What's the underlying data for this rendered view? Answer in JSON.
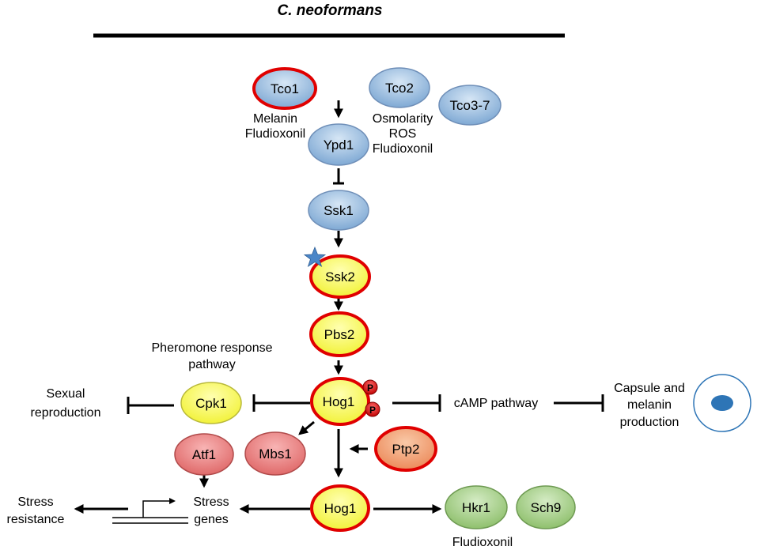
{
  "title": "C. neoformans",
  "nodes": {
    "tco1": "Tco1",
    "tco2": "Tco2",
    "tco3_7": "Tco3-7",
    "ypd1": "Ypd1",
    "ssk1": "Ssk1",
    "ssk2": "Ssk2",
    "pbs2": "Pbs2",
    "hog1_top": "Hog1",
    "cpk1": "Cpk1",
    "atf1": "Atf1",
    "mbs1": "Mbs1",
    "ptp2": "Ptp2",
    "hog1_bottom": "Hog1",
    "hkr1": "Hkr1",
    "sch9": "Sch9"
  },
  "phospho": [
    "P",
    "P"
  ],
  "labels": {
    "tco1_signals": [
      "Melanin",
      "Fludioxonil"
    ],
    "tco2_signals": [
      "Osmolarity",
      "ROS",
      "Fludioxonil"
    ],
    "pheromone": [
      "Pheromone response",
      "pathway"
    ],
    "sexual": [
      "Sexual",
      "reproduction"
    ],
    "camp": "cAMP pathway",
    "capsule": [
      "Capsule and",
      "melanin",
      "production"
    ],
    "stress_resistance": [
      "Stress",
      "resistance"
    ],
    "stress_genes": [
      "Stress",
      "genes"
    ],
    "hkr1_signal": "Fludioxonil"
  },
  "colors": {
    "blue_fill": "#9dc3e6",
    "yellow_fill": "#ffff66",
    "red_outline": "#e00000",
    "pink_fill": "#f08080",
    "orange_fill": "#f4a582",
    "green_fill": "#a9d18e",
    "star": "#4a86c8",
    "cell_nucleus": "#2e75b6",
    "cell_outline": "#2e75b6"
  }
}
